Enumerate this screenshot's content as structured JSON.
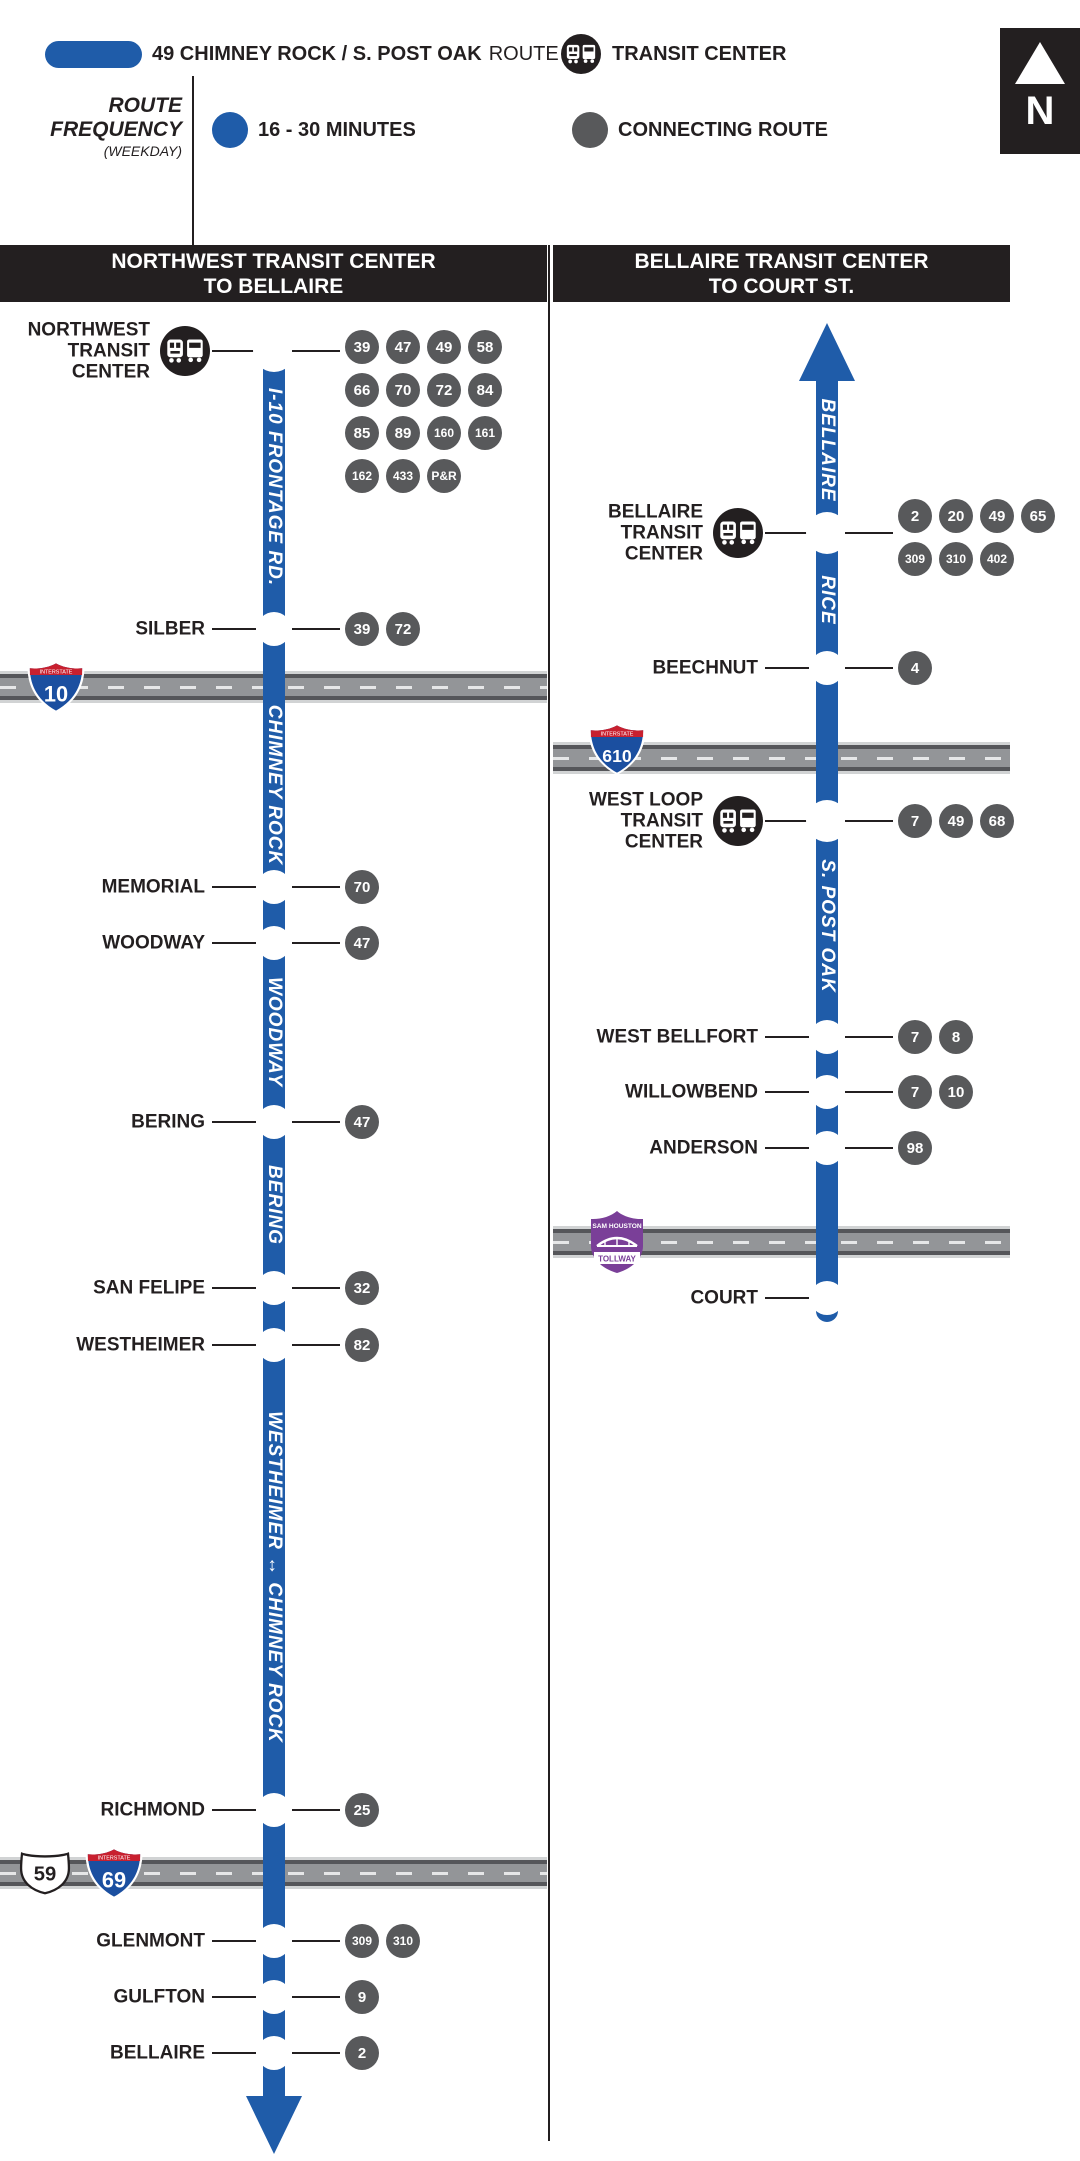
{
  "colors": {
    "route_blue": "#1F5CA9",
    "badge_gray": "#58595B",
    "ink_black": "#231F20",
    "tollway_purple": "#7A3F98",
    "interstate_blue": "#1B4FA0",
    "interstate_red": "#C8202F"
  },
  "legend": {
    "route_name": "49 CHIMNEY ROCK / S. POST OAK",
    "route_word": "ROUTE",
    "transit_center_label": "TRANSIT CENTER",
    "frequency_line1": "ROUTE",
    "frequency_line2": "FREQUENCY",
    "frequency_note": "(WEEKDAY)",
    "frequency_value": "16 - 30 MINUTES",
    "connecting_label": "CONNECTING ROUTE",
    "north": "N"
  },
  "left_column": {
    "header": "NORTHWEST TRANSIT CENTER\nTO BELLAIRE",
    "street_labels": [
      "I-10 FRONTAGE RD.",
      "CHIMNEY ROCK",
      "WOODWAY",
      "BERING",
      "WESTHEIMER ↔ CHIMNEY ROCK"
    ],
    "stops": [
      {
        "name": "NORTHWEST\nTRANSIT\nCENTER",
        "routes": [
          "39",
          "47",
          "49",
          "58",
          "66",
          "70",
          "72",
          "84",
          "85",
          "89",
          "160",
          "161",
          "162",
          "433",
          "P&R"
        ]
      },
      {
        "name": "SILBER",
        "routes": [
          "39",
          "72"
        ]
      },
      {
        "name": "MEMORIAL",
        "routes": [
          "70"
        ]
      },
      {
        "name": "WOODWAY",
        "routes": [
          "47"
        ]
      },
      {
        "name": "BERING",
        "routes": [
          "47"
        ]
      },
      {
        "name": "SAN FELIPE",
        "routes": [
          "32"
        ]
      },
      {
        "name": "WESTHEIMER",
        "routes": [
          "82"
        ]
      },
      {
        "name": "RICHMOND",
        "routes": [
          "25"
        ]
      },
      {
        "name": "GLENMONT",
        "routes": [
          "309",
          "310"
        ]
      },
      {
        "name": "GULFTON",
        "routes": [
          "9"
        ]
      },
      {
        "name": "BELLAIRE",
        "routes": [
          "2"
        ]
      }
    ]
  },
  "right_column": {
    "header": "BELLAIRE TRANSIT CENTER\nTO COURT ST.",
    "street_labels": [
      "BELLAIRE",
      "RICE",
      "S. POST OAK"
    ],
    "stops": [
      {
        "name": "BELLAIRE\nTRANSIT\nCENTER",
        "routes": [
          "2",
          "20",
          "49",
          "65",
          "309",
          "310",
          "402"
        ]
      },
      {
        "name": "BEECHNUT",
        "routes": [
          "4"
        ]
      },
      {
        "name": "WEST LOOP\nTRANSIT\nCENTER",
        "routes": [
          "7",
          "49",
          "68"
        ]
      },
      {
        "name": "WEST BELLFORT",
        "routes": [
          "7",
          "8"
        ]
      },
      {
        "name": "WILLOWBEND",
        "routes": [
          "7",
          "10"
        ]
      },
      {
        "name": "ANDERSON",
        "routes": [
          "98"
        ]
      },
      {
        "name": "COURT",
        "routes": []
      }
    ]
  },
  "shields": {
    "interstate_word": "INTERSTATE",
    "i10": "10",
    "i69": "69",
    "i610": "610",
    "us59": "59",
    "tollway_top": "SAM HOUSTON",
    "tollway_banner": "TOLLWAY"
  }
}
